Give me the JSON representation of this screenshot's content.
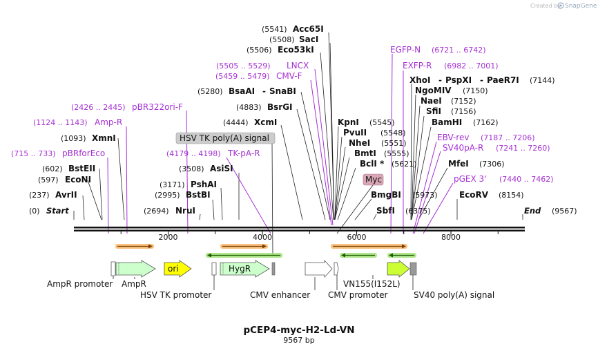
{
  "header": {
    "created_by": "Created by",
    "brand": "SnapGene"
  },
  "plasmid": {
    "name": "pCEP4-myc-H2-Ld-VN",
    "length_label": "9567 bp"
  },
  "axis": {
    "ticks": [
      2000,
      4000,
      6000,
      8000
    ]
  },
  "ends": [
    {
      "pos": "(0)",
      "name": "Start"
    },
    {
      "pos": "(9567)",
      "name": "End"
    }
  ],
  "sites": [
    {
      "name": "Acc65I",
      "pos": "(5541)"
    },
    {
      "name": "SacI",
      "pos": "(5508)"
    },
    {
      "name": "Eco53kI",
      "pos": "(5506)"
    },
    {
      "name": "BsaAI",
      "name2": "SnaBI",
      "pos": "(5280)"
    },
    {
      "name": "BsrGI",
      "pos": "(4883)"
    },
    {
      "name": "XcmI",
      "pos": "(4444)"
    },
    {
      "name": "XmnI",
      "pos": "(1093)"
    },
    {
      "name": "BstEII",
      "pos": "(602)"
    },
    {
      "name": "EcoNI",
      "pos": "(597)"
    },
    {
      "name": "AvrII",
      "pos": "(237)"
    },
    {
      "name": "AsiSI",
      "pos": "(3508)"
    },
    {
      "name": "PshAI",
      "pos": "(3171)"
    },
    {
      "name": "BstBI",
      "pos": "(2995)"
    },
    {
      "name": "NruI",
      "pos": "(2694)"
    },
    {
      "name": "KpnI",
      "pos": "(5545)"
    },
    {
      "name": "PvuII",
      "pos": "(5548)"
    },
    {
      "name": "NheI",
      "pos": "(5551)"
    },
    {
      "name": "BmtI",
      "pos": "(5555)"
    },
    {
      "name": "BclI *",
      "pos": "(5621)"
    },
    {
      "name": "BmgBI",
      "pos": "(5973)"
    },
    {
      "name": "SbfI",
      "pos": "(6375)"
    },
    {
      "name": "XhoI",
      "name2": "PspXI",
      "name3": "PaeR7I",
      "pos": "(7144)"
    },
    {
      "name": "NgoMIV",
      "pos": "(7150)"
    },
    {
      "name": "NaeI",
      "pos": "(7152)"
    },
    {
      "name": "SfiI",
      "pos": "(7156)"
    },
    {
      "name": "BamHI",
      "pos": "(7162)"
    },
    {
      "name": "MfeI",
      "pos": "(7306)"
    },
    {
      "name": "EcoRV",
      "pos": "(8154)"
    }
  ],
  "primers": [
    {
      "name": "EGFP-N",
      "range": "(6721 .. 6742)"
    },
    {
      "name": "EXFP-R",
      "range": "(6982 .. 7001)"
    },
    {
      "name": "LNCX",
      "range": "(5505 .. 5529)"
    },
    {
      "name": "CMV-F",
      "range": "(5459 .. 5479)"
    },
    {
      "name": "pBR322ori-F",
      "range": "(2426 .. 2445)"
    },
    {
      "name": "Amp-R",
      "range": "(1124 .. 1143)"
    },
    {
      "name": "pBRforEco",
      "range": "(715 .. 733)"
    },
    {
      "name": "TK-pA-R",
      "range": "(4179 .. 4198)"
    },
    {
      "name": "EBV-rev",
      "range": "(7187 .. 7206)"
    },
    {
      "name": "SV40pA-R",
      "range": "(7241 .. 7260)"
    },
    {
      "name": "pGEX 3'",
      "range": "(7440 .. 7462)"
    }
  ],
  "boxed_features": {
    "hsv_polya": "HSV TK poly(A) signal",
    "myc": "Myc"
  },
  "features": {
    "ori": "ori",
    "hygr": "HygR",
    "ampr_promoter": "AmpR promoter",
    "ampr": "AmpR",
    "hsv_tk_promoter": "HSV TK promoter",
    "cmv_enhancer": "CMV enhancer",
    "cmv_promoter": "CMV promoter",
    "vn155": "VN155(I152L)",
    "sv40_polya": "SV40 poly(A) signal"
  },
  "colors": {
    "primer": "#a52fd3",
    "ori_fill": "#ffff00",
    "hygr_fill": "#ccffcc",
    "ampr_fill": "#ccffcc",
    "vn_fill": "#ccff33",
    "orf_orange": "#f7a64a",
    "orf_green": "#9be070",
    "label_box": "#cccccc",
    "myc_box": "#d9a7b5",
    "brand": "#9aa9bf"
  }
}
